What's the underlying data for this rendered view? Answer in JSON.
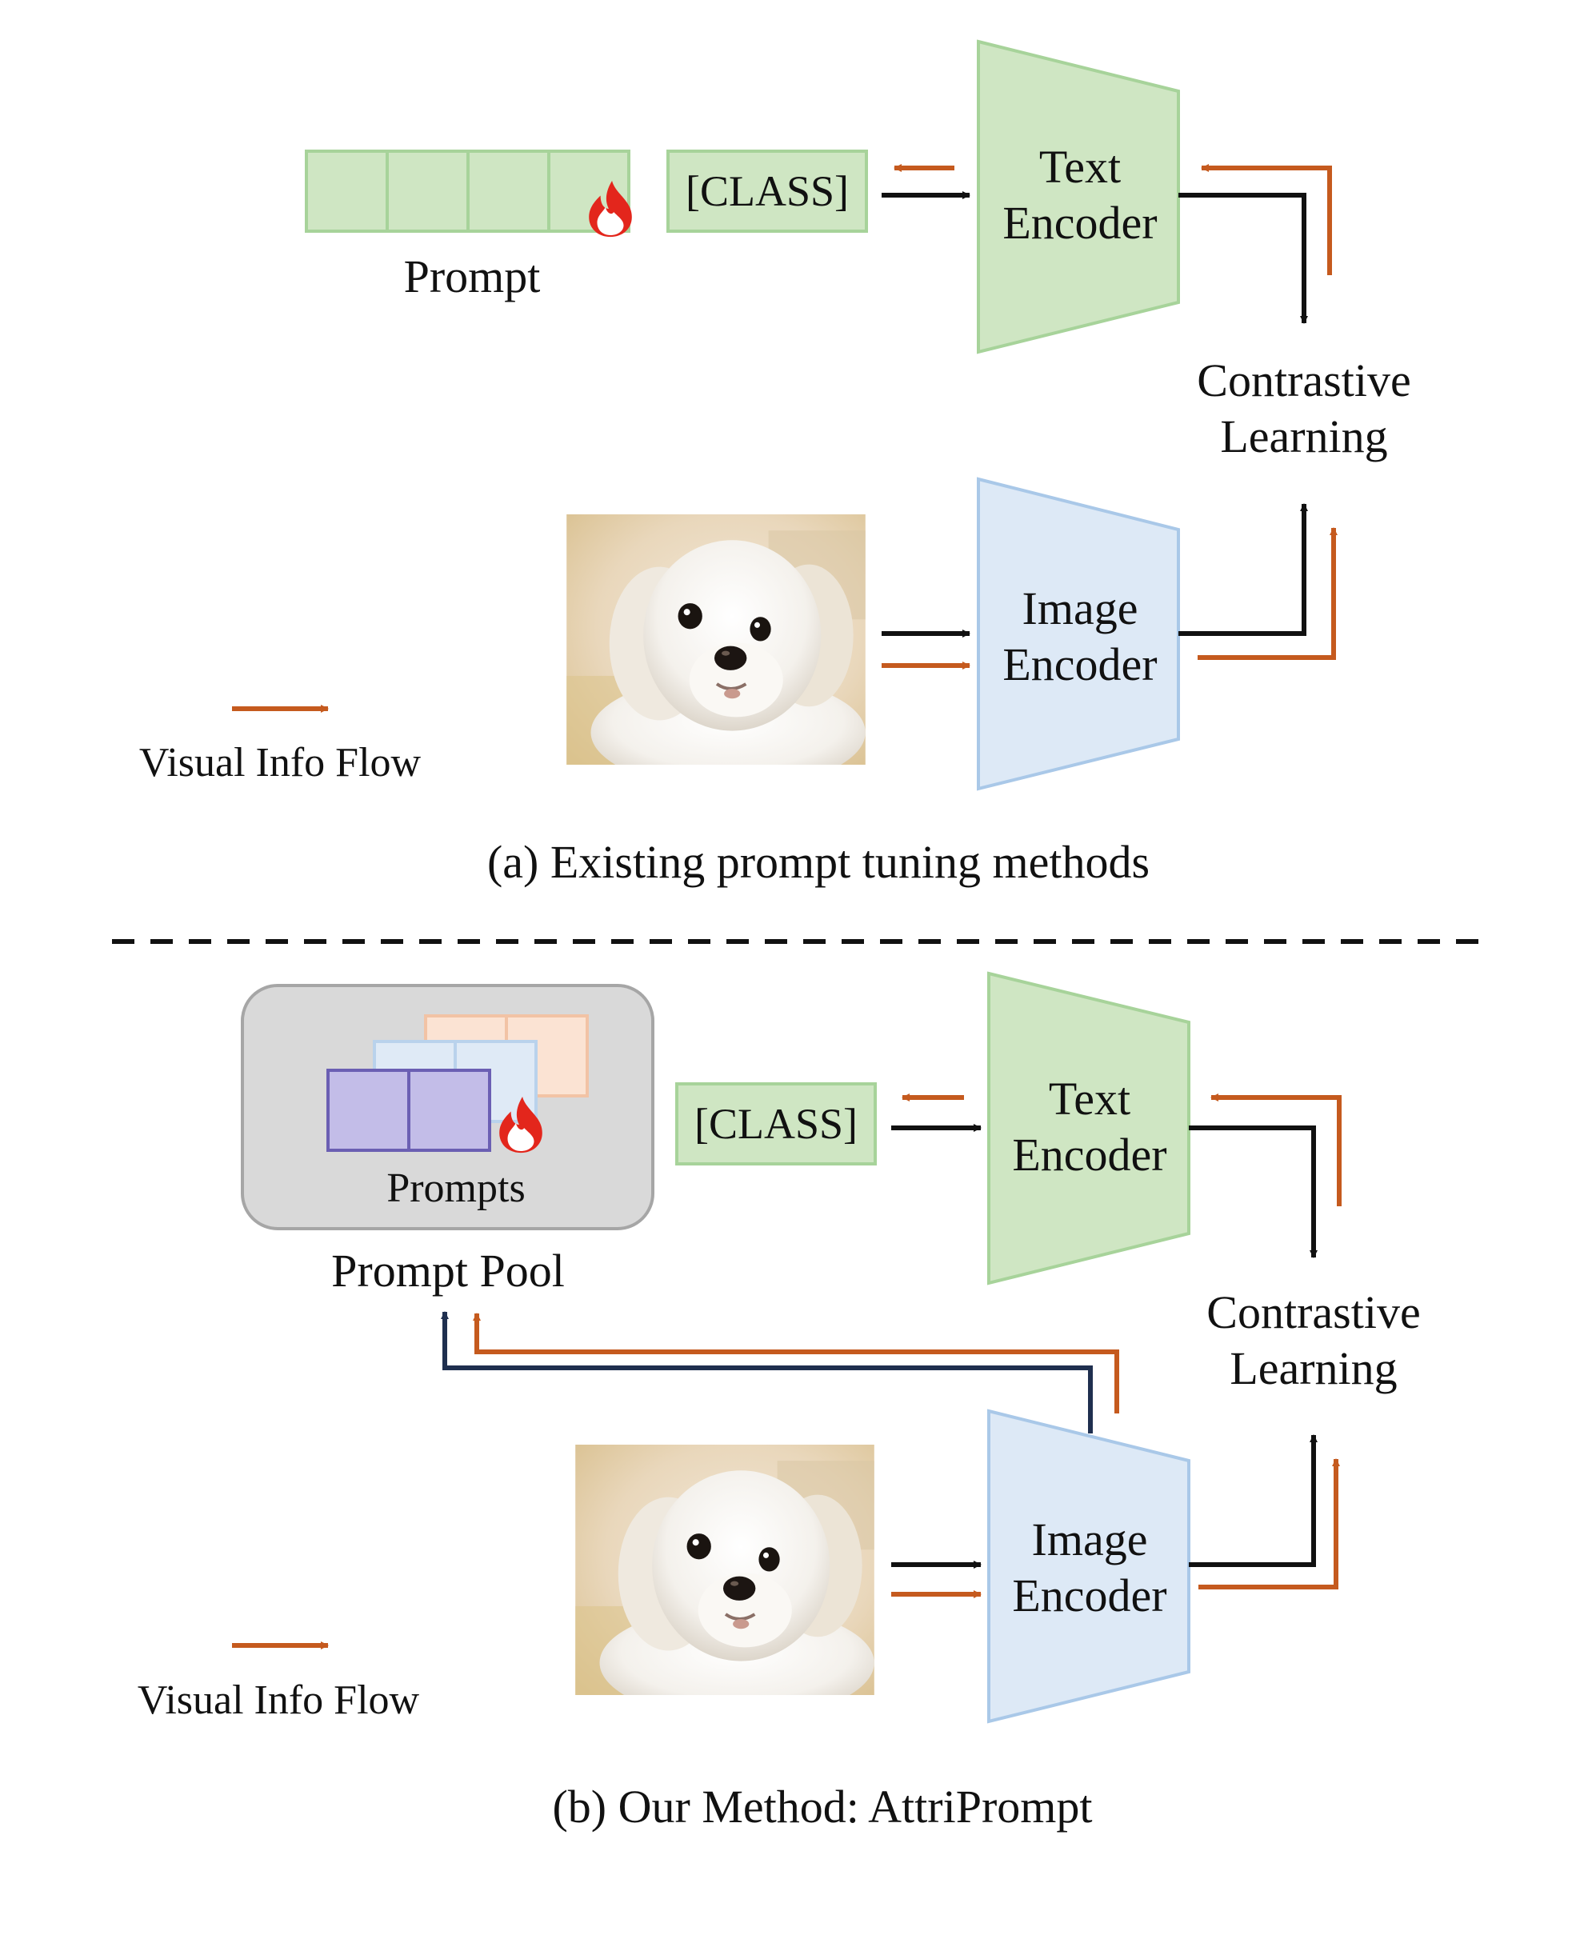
{
  "colors": {
    "green_fill": "#cfe6c3",
    "green_stroke": "#a7d39a",
    "blue_fill": "#dde9f6",
    "blue_stroke": "#a9c8e8",
    "orange": "#c55a1e",
    "black": "#111111",
    "navy": "#1f2f4f",
    "pool_fill": "#d9d9d9",
    "pool_stroke": "#a6a6a6",
    "purple_fill": "#c3bde8",
    "purple_stroke": "#6b5fb3",
    "peach_fill": "#fbe3d3",
    "peach_stroke": "#f2c3a5",
    "lightblue_fill": "#dfeaf6",
    "flame_red": "#e3261c"
  },
  "icons": [
    "flame-icon",
    "dog-photo"
  ],
  "panel_a": {
    "prompt_label": "Prompt",
    "class_token": "[CLASS]",
    "text_encoder": [
      "Text",
      "Encoder"
    ],
    "image_encoder": [
      "Image",
      "Encoder"
    ],
    "contrastive": [
      "Contrastive",
      "Learning"
    ],
    "legend_label": "Visual Info Flow",
    "caption": "(a) Existing prompt tuning methods"
  },
  "panel_b": {
    "prompts_label": "Prompts",
    "pool_label": "Prompt Pool",
    "class_token": "[CLASS]",
    "text_encoder": [
      "Text",
      "Encoder"
    ],
    "image_encoder": [
      "Image",
      "Encoder"
    ],
    "contrastive": [
      "Contrastive",
      "Learning"
    ],
    "legend_label": "Visual Info Flow",
    "caption": "(b) Our Method: AttriPrompt"
  }
}
